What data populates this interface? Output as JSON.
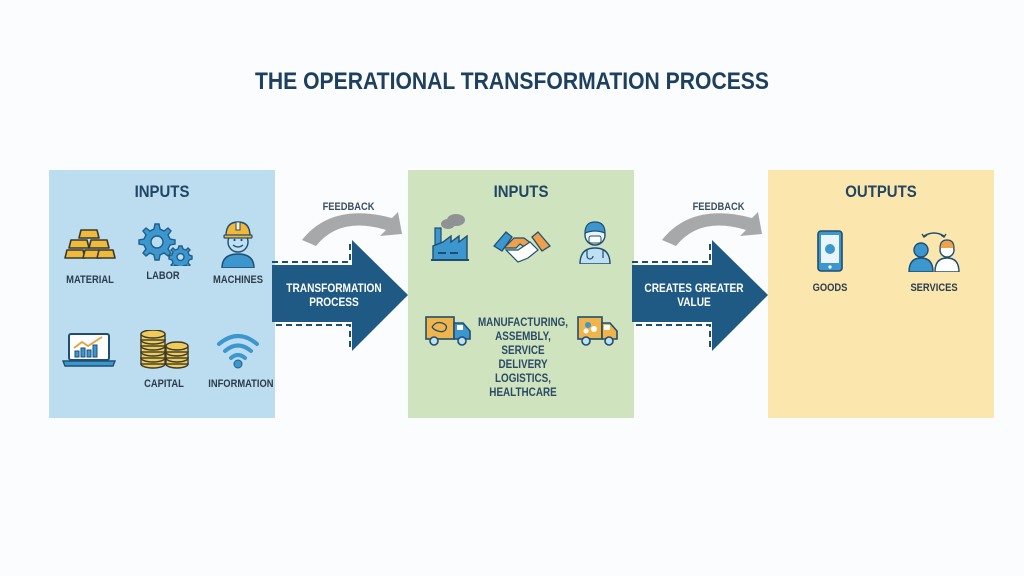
{
  "title": "THE OPERATIONAL TRANSFORMATION PROCESS",
  "colors": {
    "inputs_panel": "#bcdcf0",
    "process_panel": "#cfe3be",
    "outputs_panel": "#fbe7ae",
    "arrow": "#1f5a85",
    "feedback_arrow": "#a6a8aa",
    "title": "#1e405f"
  },
  "inputs": {
    "title": "INPUTS",
    "items": [
      {
        "label": "MATERIAL",
        "icon": "gold-bars-icon"
      },
      {
        "label": "LABOR",
        "icon": "gears-icon"
      },
      {
        "label": "MACHINES",
        "icon": "worker-hardhat-icon"
      },
      {
        "label": "",
        "icon": "laptop-chart-icon"
      },
      {
        "label": "CAPITAL",
        "icon": "coins-icon"
      },
      {
        "label": "INFORMATION",
        "icon": "wifi-icon"
      }
    ]
  },
  "flow1": {
    "feedback": "FEEDBACK",
    "line1": "TRANSFORMATION",
    "line2": "PROCESS"
  },
  "process": {
    "title": "INPUTS",
    "icons": [
      "factory-icon",
      "handshake-icon",
      "doctor-icon",
      "delivery-truck-icon",
      "delivery-truck-icon"
    ],
    "lines": [
      "MANUFACTURING,",
      "ASSEMBLY,",
      "SERVICE DELIVERY",
      "LOGISTICS,",
      "HEALTHCARE"
    ]
  },
  "flow2": {
    "feedback": "FEEDBACK",
    "line1": "CREATES GREATER",
    "line2": "VALUE"
  },
  "outputs": {
    "title": "OUTPUTS",
    "items": [
      {
        "label": "GOODS",
        "icon": "smartphone-icon"
      },
      {
        "label": "SERVICES",
        "icon": "service-people-icon"
      }
    ]
  }
}
